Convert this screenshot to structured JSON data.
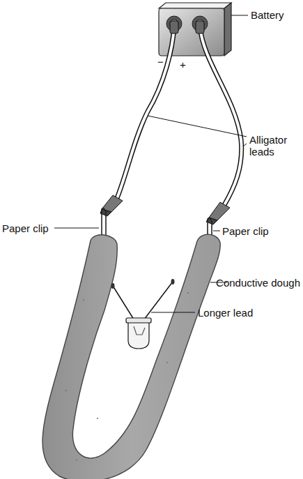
{
  "diagram": {
    "labels": [
      "Battery",
      "−",
      "+",
      "Alligator leads",
      "Paper clip",
      "Paper clip",
      "Conductive dough",
      "Longer lead"
    ]
  }
}
